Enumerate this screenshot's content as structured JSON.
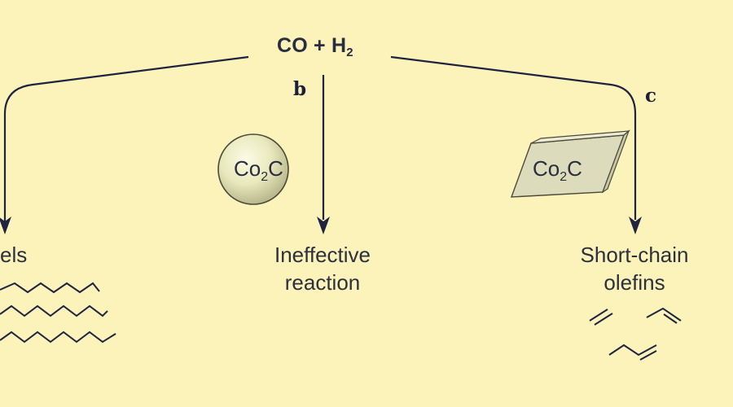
{
  "reactant": {
    "main": "CO + H",
    "sub": "2"
  },
  "pathways": [
    {
      "label": "",
      "outcome": [
        "els"
      ]
    },
    {
      "label": "b",
      "outcome": [
        "Ineffective",
        "reaction"
      ]
    },
    {
      "label": "c",
      "outcome": [
        "Short-chain",
        "olefins"
      ]
    }
  ],
  "catalysts": [
    {
      "shape": "sphere",
      "formula": "Co",
      "sub": "2",
      "suffix": "C"
    },
    {
      "shape": "prism",
      "formula": "Co",
      "sub": "2",
      "suffix": "C"
    }
  ],
  "colors": {
    "background": "#fbf3b9",
    "ink": "#1f2340",
    "particle_fill": "#e6e6b0",
    "particle_edge": "#4a4a3a"
  }
}
